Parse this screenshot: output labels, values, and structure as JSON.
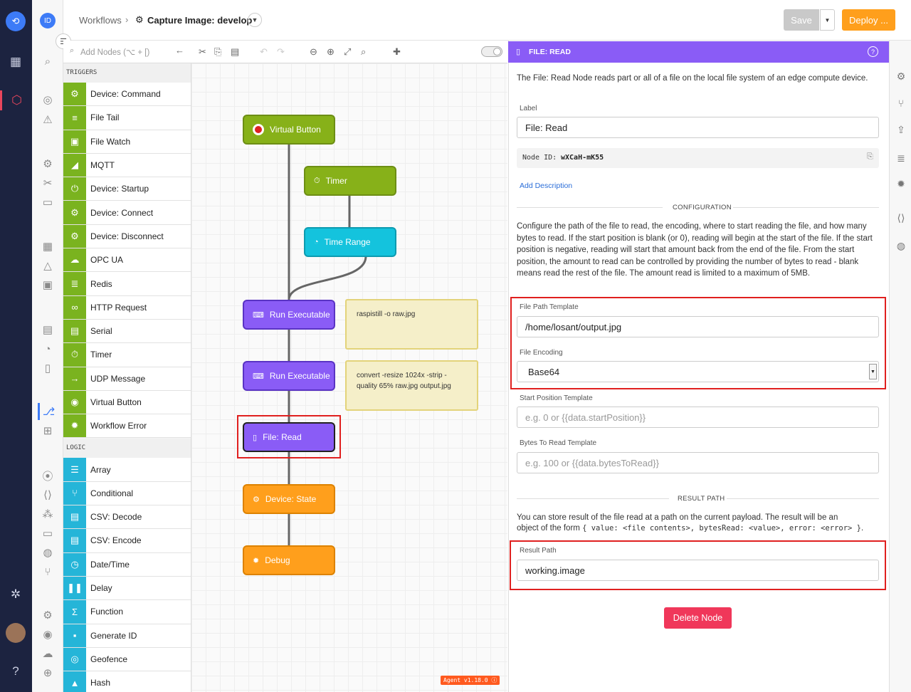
{
  "nav": {
    "avatar_initials": "ID",
    "breadcrumb_root": "Workflows",
    "breadcrumb_sep": "›",
    "workflow_title": "Capture Image: develop",
    "save_label": "Save",
    "deploy_label": "Deploy ..."
  },
  "palette": {
    "search_placeholder": "Add Nodes (⌥ + [)",
    "triggers_header": "TRIGGERS",
    "logic_header": "LOGIC",
    "triggers": [
      {
        "label": "Device: Command",
        "icon": "chip-icon"
      },
      {
        "label": "File Tail",
        "icon": "lines-icon"
      },
      {
        "label": "File Watch",
        "icon": "folder-icon"
      },
      {
        "label": "MQTT",
        "icon": "rss-icon"
      },
      {
        "label": "Device: Startup",
        "icon": "power-icon"
      },
      {
        "label": "Device: Connect",
        "icon": "chip-icon"
      },
      {
        "label": "Device: Disconnect",
        "icon": "chip-icon"
      },
      {
        "label": "OPC UA",
        "icon": "cloud-icon"
      },
      {
        "label": "Redis",
        "icon": "stack-icon"
      },
      {
        "label": "HTTP Request",
        "icon": "link-icon"
      },
      {
        "label": "Serial",
        "icon": "serial-icon"
      },
      {
        "label": "Timer",
        "icon": "stopwatch-icon"
      },
      {
        "label": "UDP Message",
        "icon": "arrow-icon"
      },
      {
        "label": "Virtual Button",
        "icon": "button-icon"
      },
      {
        "label": "Workflow Error",
        "icon": "bug-icon"
      }
    ],
    "logic": [
      {
        "label": "Array",
        "icon": "list-icon"
      },
      {
        "label": "Conditional",
        "icon": "branch-icon"
      },
      {
        "label": "CSV: Decode",
        "icon": "doc-icon"
      },
      {
        "label": "CSV: Encode",
        "icon": "doc-icon"
      },
      {
        "label": "Date/Time",
        "icon": "clock-icon"
      },
      {
        "label": "Delay",
        "icon": "pause-icon"
      },
      {
        "label": "Function",
        "icon": "sigma-icon"
      },
      {
        "label": "Generate ID",
        "icon": "id-icon"
      },
      {
        "label": "Geofence",
        "icon": "target-icon"
      },
      {
        "label": "Hash",
        "icon": "lock-icon"
      }
    ]
  },
  "canvas": {
    "nodes": {
      "virtual_button": "Virtual Button",
      "timer": "Timer",
      "time_range": "Time Range",
      "run_exec_1": "Run Executable",
      "run_exec_2": "Run Executable",
      "file_read": "File: Read",
      "device_state": "Device: State",
      "debug": "Debug"
    },
    "notes": {
      "note1": "raspistill -o raw.jpg",
      "note2": "convert -resize 1024x -strip -quality 65% raw.jpg output.jpg"
    },
    "agent_badge": "Agent v1.18.0 ⓘ"
  },
  "panel": {
    "header_title": "FILE: READ",
    "description": "The File: Read Node reads part or all of a file on the local file system of an edge compute device.",
    "label_label": "Label",
    "label_value": "File: Read",
    "node_id_prefix": "Node ID:",
    "node_id": "wXCaH-mK55",
    "add_description": "Add Description",
    "config_header": "CONFIGURATION",
    "config_text": "Configure the path of the file to read, the encoding, where to start reading the file, and how many bytes to read. If the start position is blank (or 0), reading will begin at the start of the file. If the start position is negative, reading will start that amount back from the end of the file. From the start position, the amount to read can be controlled by providing the number of bytes to read - blank means read the rest of the file. The amount read is limited to a maximum of 5MB.",
    "file_path_label": "File Path Template",
    "file_path_value": "/home/losant/output.jpg",
    "encoding_label": "File Encoding",
    "encoding_value": "Base64",
    "start_label": "Start Position Template",
    "start_placeholder": "e.g. 0 or {{data.startPosition}}",
    "bytes_label": "Bytes To Read Template",
    "bytes_placeholder": "e.g. 100 or {{data.bytesToRead}}",
    "result_header": "RESULT PATH",
    "result_text_1": "You can store result of the file read at a path on the current payload. The result will be an",
    "result_text_2a": "object of the form",
    "result_text_2b": "{ value: <file contents>, bytesRead: <value>, error: <error> }",
    "result_text_2c": ".",
    "result_path_label": "Result Path",
    "result_path_value": "working.image",
    "delete_label": "Delete Node"
  },
  "colors": {
    "trigger": "#7ab31f",
    "logic": "#25b5d8",
    "header": "#8a5cf6",
    "deploy": "#ff9f1c",
    "delete": "#f0375a",
    "highlight": "#e0201f"
  }
}
